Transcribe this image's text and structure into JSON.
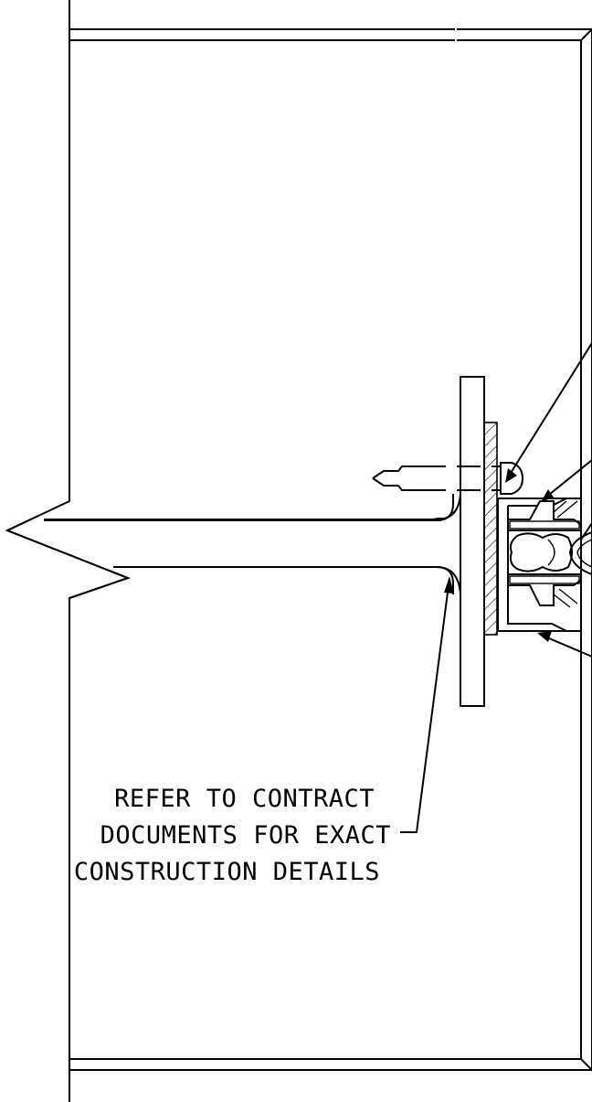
{
  "note": {
    "line1": "REFER TO CONTRACT",
    "line2": "DOCUMENTS FOR EXACT",
    "line3": "CONSTRUCTION DETAILS"
  }
}
